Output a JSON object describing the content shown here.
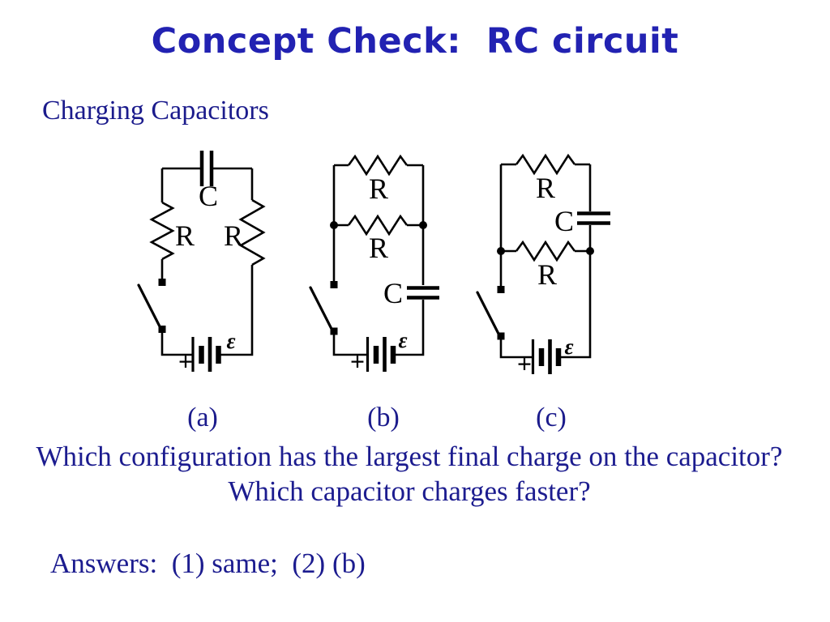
{
  "slide": {
    "title": "Concept Check:  RC circuit",
    "subtitle": "Charging Capacitors",
    "question": {
      "line1": "Which configuration has the largest final charge on the capacitor?",
      "line2": "Which capacitor charges faster?"
    },
    "answers": "Answers:  (1) same;  (2) (b)"
  },
  "circuits": [
    {
      "id": "a",
      "caption": "(a)",
      "components": {
        "capacitor": "C",
        "resistor_left": "R",
        "resistor_right": "R",
        "emf": "ε",
        "battery_plus": "+"
      }
    },
    {
      "id": "b",
      "caption": "(b)",
      "components": {
        "resistor_top": "R",
        "resistor_middle": "R",
        "capacitor": "C",
        "emf": "ε",
        "battery_plus": "+"
      }
    },
    {
      "id": "c",
      "caption": "(c)",
      "components": {
        "resistor_top": "R",
        "capacitor": "C",
        "resistor_middle": "R",
        "emf": "ε",
        "battery_plus": "+"
      }
    }
  ],
  "colors": {
    "background": "#ffffff",
    "title_text": "#2222b2",
    "body_text": "#1c1c8f",
    "circuit_ink": "#000000"
  }
}
